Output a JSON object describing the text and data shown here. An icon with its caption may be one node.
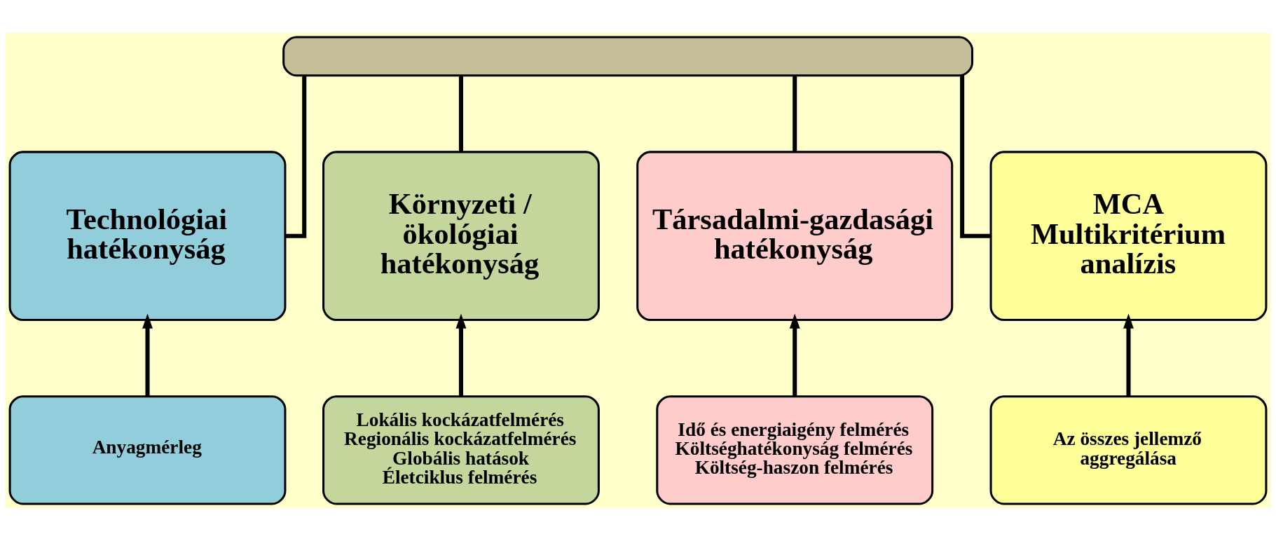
{
  "diagram": {
    "nodes": [
      {
        "text": [],
        "shape": "box"
      },
      {
        "text": [
          "Technológiai hatékonyság"
        ]
      },
      {
        "text": [
          "Környzeti / ökológiai hatékonyság"
        ]
      },
      {
        "text": [
          "Társadalmi-gazdasági hatékonyság"
        ]
      },
      {
        "text": [
          "MCA Multikritérium analízis"
        ]
      },
      {
        "text": [
          "Anyagmérleg"
        ]
      },
      {
        "text": [
          "Lokális kockázatfelmérés",
          "Regionális kockázatfelmérés",
          "Globális hatások",
          "Életciklus felmérés"
        ]
      },
      {
        "text": [
          "Idő és energiaigény felmérés",
          "Költséghatékonyság felmérés",
          "Költség-haszon felmérés"
        ]
      },
      {
        "text": [
          "Az összes jellemző aggregálása"
        ]
      }
    ],
    "edges": [
      {
        "from": 0,
        "to": 1,
        "arrow": "none"
      },
      {
        "from": 0,
        "to": 2,
        "arrow": "none"
      },
      {
        "from": 0,
        "to": 3,
        "arrow": "none"
      },
      {
        "from": 0,
        "to": 4,
        "arrow": "none"
      },
      {
        "from": 5,
        "to": 1,
        "arrow": "to"
      },
      {
        "from": 6,
        "to": 2,
        "arrow": "to"
      },
      {
        "from": 7,
        "to": 3,
        "arrow": "to"
      },
      {
        "from": 8,
        "to": 4,
        "arrow": "to"
      }
    ]
  }
}
